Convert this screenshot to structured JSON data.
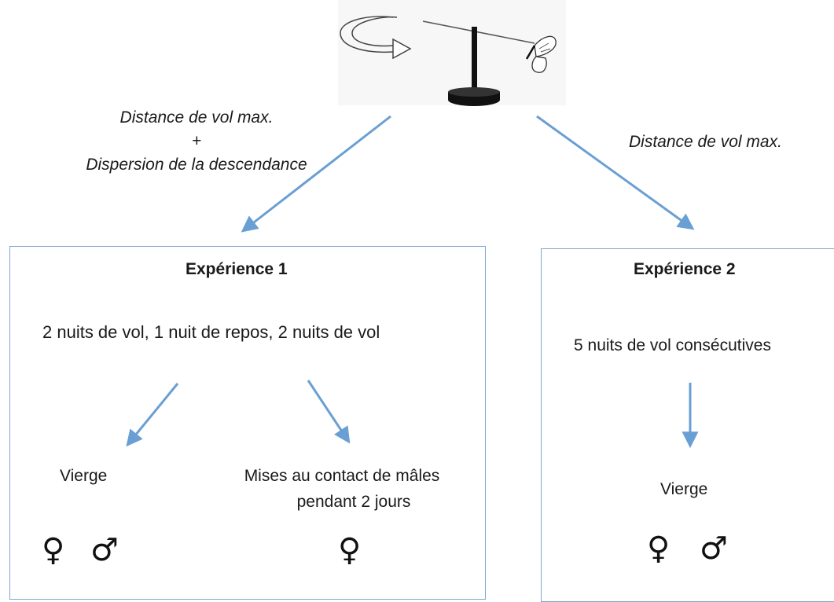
{
  "left_branch": {
    "line1": "Distance de vol max.",
    "plus": "+",
    "line2": "Dispersion de la descendance"
  },
  "right_branch": {
    "label": "Distance de vol max."
  },
  "experiment1": {
    "title": "Expérience 1",
    "protocol": "2 nuits de vol, 1 nuit de repos, 2 nuits de vol",
    "group_virgin": {
      "label": "Vierge",
      "symbols": [
        "♀",
        "♂"
      ]
    },
    "group_mated": {
      "label_line1": "Mises au contact de mâles",
      "label_line2": "pendant 2 jours",
      "symbols": [
        "♀"
      ]
    }
  },
  "experiment2": {
    "title": "Expérience 2",
    "protocol": "5 nuits de vol consécutives",
    "group_virgin": {
      "label": "Vierge",
      "symbols": [
        "♀",
        "♂"
      ]
    }
  },
  "colors": {
    "arrow": "#6a9fd4",
    "box_border": "#7fa6cf",
    "apparatus": "#111111"
  },
  "icons": [
    "rotation-arrow-icon",
    "flight-mill-icon",
    "butterfly-icon"
  ]
}
